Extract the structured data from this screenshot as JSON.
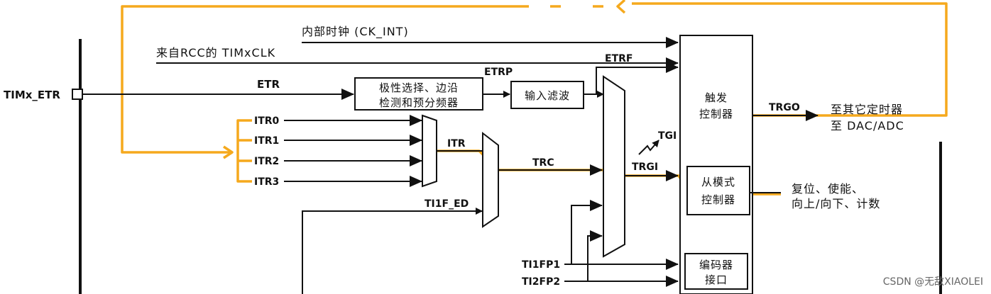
{
  "labels": {
    "ck_int": "内部时钟 (CK_INT)",
    "rcc": "来自RCC的 TIMxCLK",
    "timx_etr": "TIMx_ETR",
    "etr": "ETR",
    "etrp": "ETRP",
    "etrf": "ETRF",
    "itr0": "ITR0",
    "itr1": "ITR1",
    "itr2": "ITR2",
    "itr3": "ITR3",
    "itr": "ITR",
    "trc": "TRC",
    "ti1f_ed": "TI1F_ED",
    "trgi": "TRGI",
    "tgi": "TGI",
    "trgo": "TRGO",
    "ti1fp1": "TI1FP1",
    "ti2fp2": "TI2FP2"
  },
  "boxes": {
    "polarity_line1": "极性选择、边沿",
    "polarity_line2": "检测和预分频器",
    "input_filter": "输入滤波",
    "trigger_line1": "触发",
    "trigger_line2": "控制器",
    "slave_line1": "从模式",
    "slave_line2": "控制器",
    "encoder_line1": "编码器",
    "encoder_line2": "接口"
  },
  "outputs": {
    "to_timer": "至其它定时器",
    "to_dac": "至 DAC/ADC",
    "slave_line1": "复位、使能、",
    "slave_line2": "向上/向下、计数"
  },
  "watermark": "CSDN @无敌XIAOLEI",
  "colors": {
    "highlight": "#f5a91d",
    "line": "#111111"
  }
}
